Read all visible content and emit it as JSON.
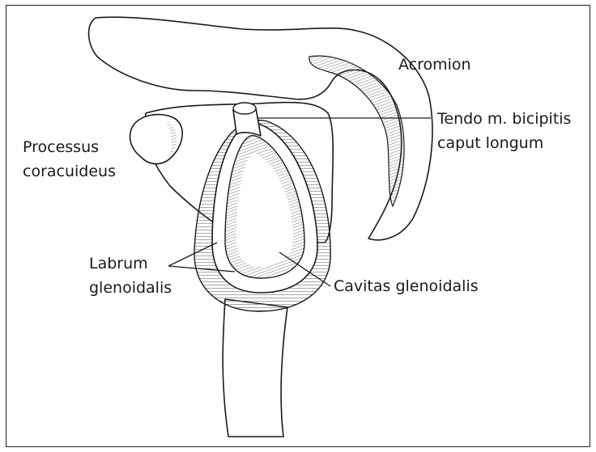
{
  "labels": {
    "acromion": "Acromion",
    "tendo": [
      "Tendo m. bicipitis",
      "caput longum"
    ],
    "processus": [
      "Processus",
      "coracuideus"
    ],
    "labrum": [
      "Labrum",
      "glenoidalis"
    ],
    "cavitas": "Cavitas glenoidalis"
  }
}
